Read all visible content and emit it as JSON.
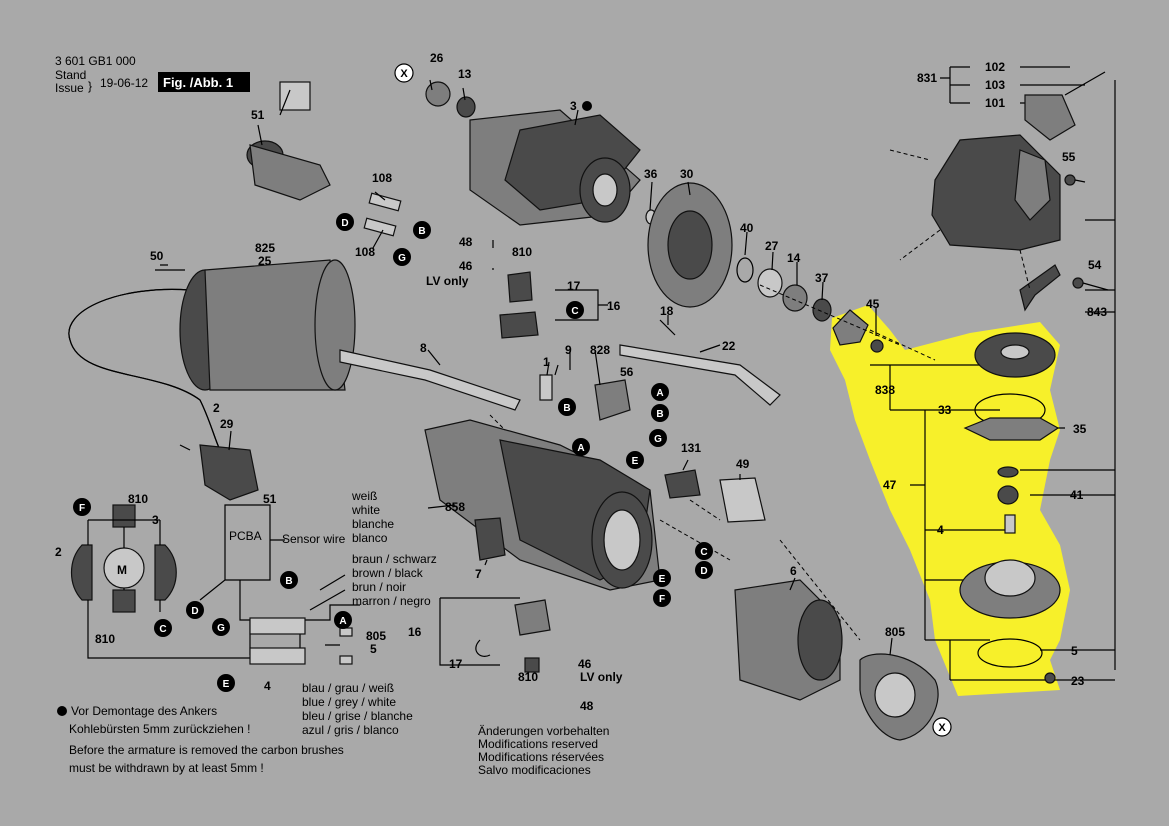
{
  "header": {
    "doc_number": "3 601 GB1 000",
    "stand": "Stand",
    "issue": "Issue",
    "date": "19-06-12",
    "fig_label": "Fig. /Abb. 1"
  },
  "colors": {
    "background": "#a9a9a9",
    "highlight": "#f7f02a",
    "figure_box": "#000000"
  },
  "part_labels": [
    "102",
    "831",
    "103",
    "101",
    "55",
    "26",
    "13",
    "3",
    "51",
    "108",
    "108",
    "36",
    "30",
    "48",
    "46",
    "810",
    "LV only",
    "17",
    "16",
    "40",
    "27",
    "14",
    "37",
    "54",
    "45",
    "843",
    "825",
    "25",
    "50",
    "18",
    "22",
    "838",
    "33",
    "35",
    "41",
    "47",
    "4",
    "858",
    "7",
    "6",
    "805",
    "5",
    "23",
    "9",
    "828",
    "56",
    "1",
    "8",
    "2",
    "29",
    "131",
    "49",
    "810",
    "3",
    "2",
    "810",
    "51",
    "16",
    "17",
    "46",
    "LV only",
    "810",
    "48",
    "805",
    "5",
    "4"
  ],
  "letters": [
    "X",
    "D",
    "B",
    "G",
    "C",
    "A",
    "B",
    "A",
    "B",
    "G",
    "E",
    "C",
    "D",
    "E",
    "F",
    "F",
    "C",
    "G",
    "D",
    "B",
    "E",
    "A",
    "X"
  ],
  "wiring": {
    "pcba": "PCBA",
    "sensor_wire": "Sensor wire",
    "motor": "M",
    "colors_group1": [
      "weiß",
      "white",
      "blanche",
      "blanco"
    ],
    "colors_group2": [
      "braun  / schwarz",
      "brown  / black",
      "brun    / noir",
      "marron / negro"
    ],
    "colors_group3": [
      "blau / grau / weiß",
      "blue / grey / white",
      "bleu / grise / blanche",
      "azul / gris / blanco"
    ]
  },
  "notes": {
    "de": [
      "Vor Demontage des Ankers",
      "Kohlebürsten 5mm zurückziehen !"
    ],
    "en": [
      "Before the armature is removed the carbon brushes",
      "must be withdrawn by at least 5mm !"
    ],
    "modifications": [
      "Änderungen vorbehalten",
      "Modifications reserved",
      "Modifications réservées",
      "Salvo modificaciones"
    ]
  }
}
